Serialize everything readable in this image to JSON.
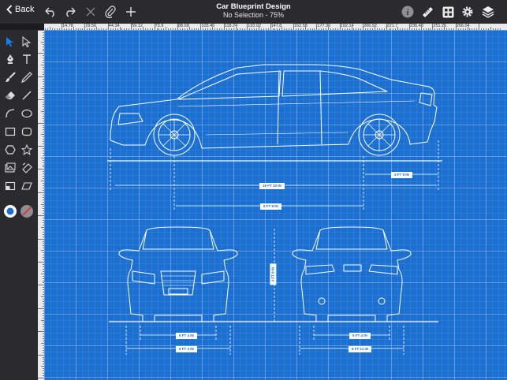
{
  "topbar": {
    "back_label": "Back",
    "title": "Car Blueprint Design",
    "subtitle": "No Selection - 75%"
  },
  "ruler": {
    "top_ticks": [
      "14.78",
      "29.56",
      "44.34",
      "59.12",
      "73.9",
      "88.68",
      "103.46",
      "118.24",
      "133.02",
      "147.8",
      "162.58",
      "177.36",
      "192.14",
      "206.92",
      "221.7",
      "236.48",
      "251.26",
      "266.04"
    ]
  },
  "dimensions": {
    "side_length": "16 FT 10 IN",
    "front_overhang": "3 FT 9 IN",
    "wheelbase": "9 FT 9 IN",
    "height": "4 FT 8 IN",
    "front_track": "5 FT 4 IN",
    "front_width": "6 FT 4 IN",
    "rear_track": "5 FT 4 IN",
    "rear_width": "6 FT 11 IN"
  },
  "colors": {
    "blueprint": "#1a6fd0",
    "toolbar": "#2b2b2d",
    "accent": "#0a84ff"
  },
  "icons": {
    "top": [
      "undo-icon",
      "redo-icon",
      "delete-icon",
      "attach-icon",
      "add-icon",
      "info-icon",
      "ruler-icon",
      "grid-icon",
      "settings-icon",
      "layers-icon"
    ],
    "left": [
      "select-icon",
      "direct-select-icon",
      "pen-icon",
      "text-icon",
      "brush-icon",
      "pencil-icon",
      "eraser-icon",
      "line-icon",
      "arc-icon",
      "ellipse-icon",
      "rectangle-icon",
      "rounded-rect-icon",
      "hexagon-icon",
      "star-icon",
      "image-icon",
      "transform-icon",
      "frame-icon",
      "parallelogram-icon",
      "fill-icon",
      "stroke-icon"
    ]
  }
}
